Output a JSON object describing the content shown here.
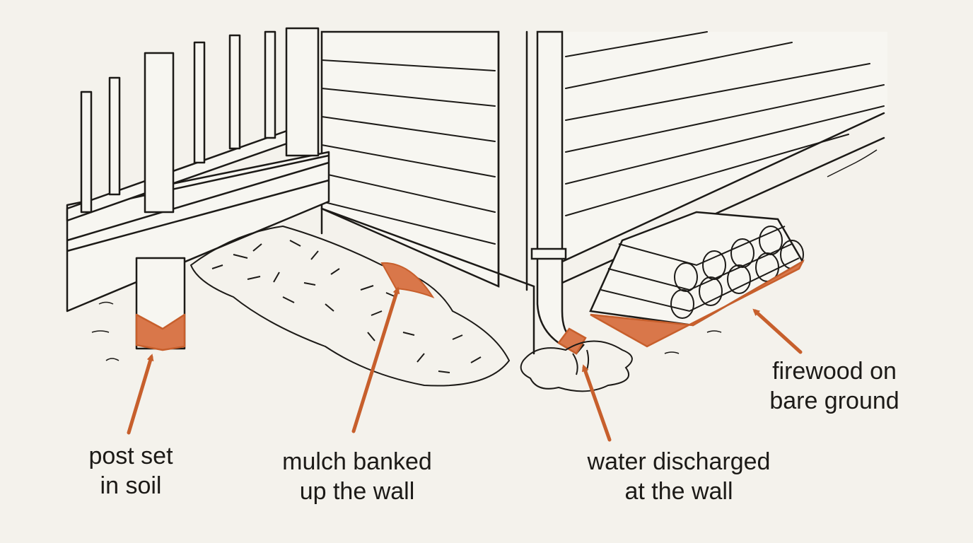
{
  "labels": {
    "post": [
      "post set",
      "in soil"
    ],
    "mulch": [
      "mulch banked",
      "up the wall"
    ],
    "water": [
      "water discharged",
      "at the wall"
    ],
    "firewood": [
      "firewood on",
      "bare ground"
    ]
  },
  "colors": {
    "background": "#f4f2ec",
    "line": "#1c1a17",
    "highlight": "#c75f2c",
    "highlight_fill": "#d9774a",
    "wall": "#f7f6f1"
  }
}
